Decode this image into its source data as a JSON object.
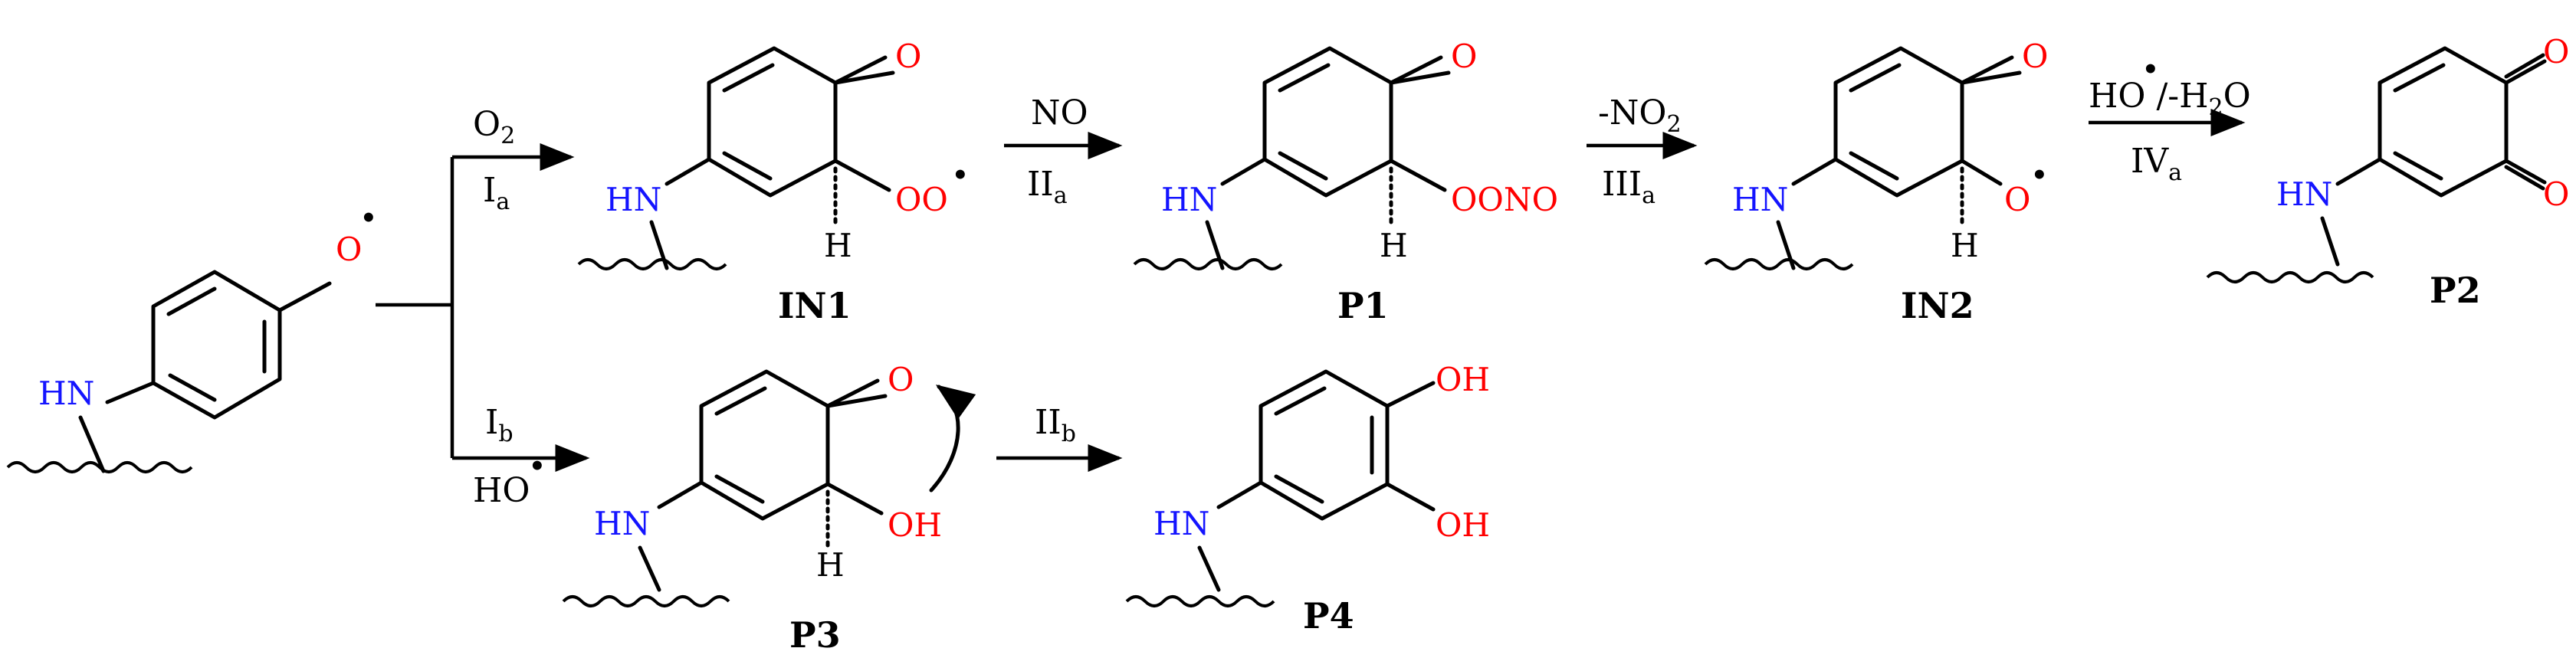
{
  "atoms": {
    "nh": "HN",
    "o_radical": "O",
    "o_carbonyl": "O",
    "oo_radical": "OO",
    "oono": "OONO",
    "oh": "OH",
    "h": "H",
    "radical_dot": "•"
  },
  "structures": {
    "start": {
      "label": ""
    },
    "in1": {
      "label": "IN1"
    },
    "p1": {
      "label": "P1"
    },
    "in2": {
      "label": "IN2"
    },
    "p2": {
      "label": "P2"
    },
    "p3": {
      "label": "P3"
    },
    "p4": {
      "label": "P4"
    }
  },
  "steps": {
    "ia": {
      "above_main": "O",
      "above_sub": "2",
      "below_main": "I",
      "below_sub": "a"
    },
    "ib": {
      "above_main": "I",
      "above_sub": "b",
      "below_main": "HO"
    },
    "iia": {
      "above_main": "NO",
      "below_main": "II",
      "below_sub": "a"
    },
    "iib": {
      "above_main": "II",
      "above_sub": "b"
    },
    "iiia": {
      "above_main": "-NO",
      "above_sub": "2",
      "below_main": "III",
      "below_sub": "a"
    },
    "iva": {
      "above_pre": "HO",
      "above_mid": "/-H",
      "above_sub": "2",
      "above_post": "O",
      "below_main": "IV",
      "below_sub": "a"
    }
  },
  "colors": {
    "nitrogen": "#1414ff",
    "oxygen": "#ff0000",
    "bond": "#000000"
  }
}
